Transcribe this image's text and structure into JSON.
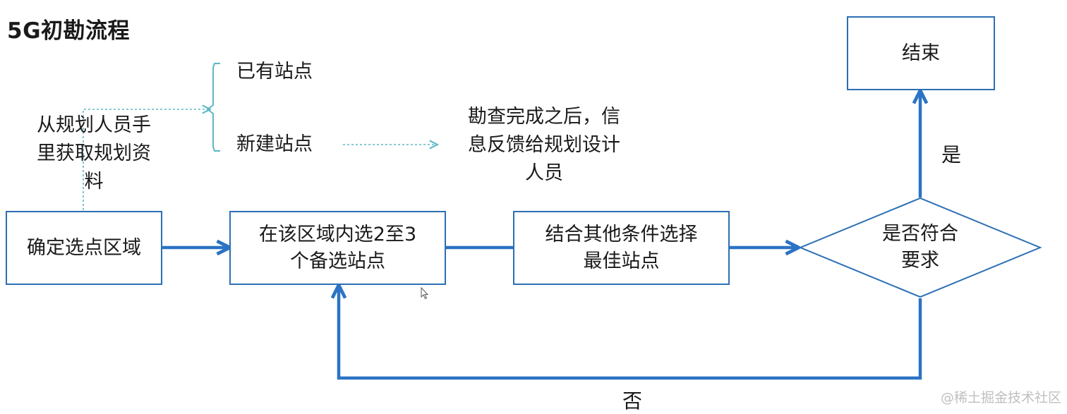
{
  "title": "5G初勘流程",
  "nodes": {
    "confirm_area": "确定选点区域",
    "select_candidates": "在该区域内选2至3\n个备选站点",
    "choose_best": "结合其他条件选择\n最佳站点",
    "decision": "是否符合\n要求",
    "end": "结束"
  },
  "notes": {
    "get_materials": "从规划人员手\n里获取规划资\n料",
    "existing_site": "已有站点",
    "new_site": "新建站点",
    "feedback": "勘查完成之后，信\n息反馈给规划设计\n人员"
  },
  "edge_labels": {
    "yes": "是",
    "no": "否"
  },
  "watermark": "@稀土掘金技术社区",
  "colors": {
    "box_border": "#2b6fb3",
    "arrow": "#2b73c4",
    "dotted": "#5bb8c4"
  }
}
